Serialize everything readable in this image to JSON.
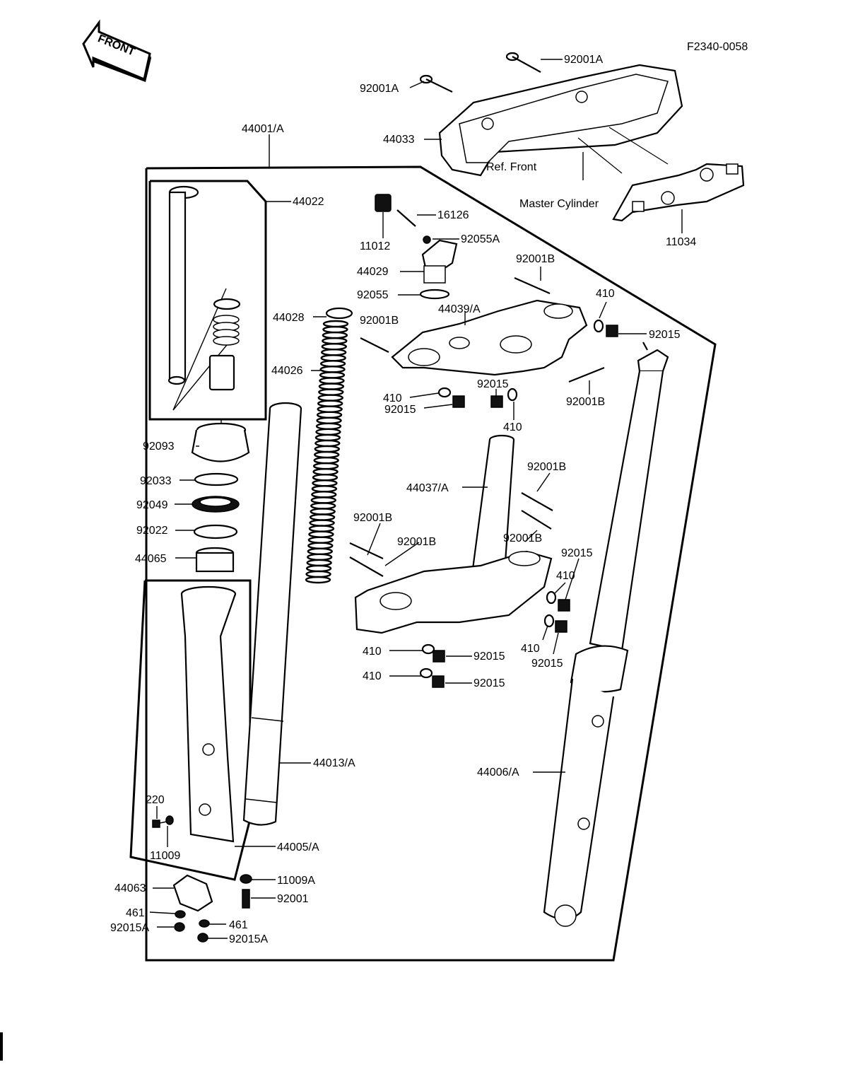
{
  "diagram": {
    "figure_code": "F2340-0058",
    "direction_label": "FRONT",
    "reference_note": {
      "line1": "Ref.  Front",
      "line2": "Master Cylinder"
    },
    "parts": {
      "p44001": "44001/A",
      "p44022": "44022",
      "p92001A_1": "92001A",
      "p92001A_2": "92001A",
      "p44033": "44033",
      "p11034": "11034",
      "p11012": "11012",
      "p16126": "16126",
      "p92055A": "92055A",
      "p44029": "44029",
      "p92055": "92055",
      "p92001B_1": "92001B",
      "p92001B_2": "92001B",
      "p92001B_3": "92001B",
      "p92001B_4": "92001B",
      "p92001B_5": "92001B",
      "p92001B_6": "92001B",
      "p92001B_7": "92001B",
      "p44028": "44028",
      "p44039": "44039/A",
      "p410_1": "410",
      "p410_2": "410",
      "p410_3": "410",
      "p410_4": "410",
      "p410_5": "410",
      "p410_6": "410",
      "p410_7": "410",
      "p92015_1": "92015",
      "p92015_2": "92015",
      "p92015_3": "92015",
      "p92015_4": "92015",
      "p92015_5": "92015",
      "p92015_6": "92015",
      "p92015_7": "92015",
      "p44026": "44026",
      "p92093": "92093",
      "p92033": "92033",
      "p92049": "92049",
      "p92022": "92022",
      "p44065": "44065",
      "p44037": "44037/A",
      "p44013": "44013/A",
      "p44006": "44006/A",
      "p220": "220",
      "p11009": "11009",
      "p44005": "44005/A",
      "p11009A": "11009A",
      "p44063": "44063",
      "p92001": "92001",
      "p461_1": "461",
      "p461_2": "461",
      "p92015A_1": "92015A",
      "p92015A_2": "92015A"
    }
  }
}
